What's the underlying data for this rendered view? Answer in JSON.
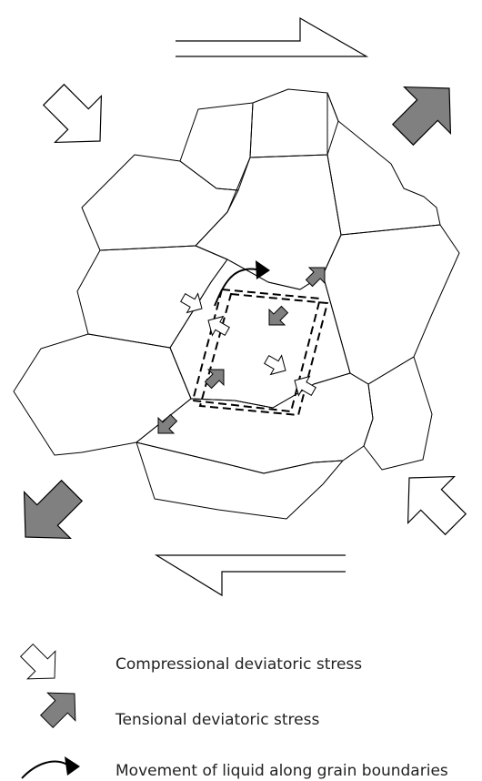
{
  "colors": {
    "stroke": "#000000",
    "tension_fill": "#808080",
    "compression_fill": "#ffffff",
    "background": "#ffffff"
  },
  "legend": {
    "compression_label": "Compressional deviatoric stress",
    "tension_label": "Tensional deviatoric stress",
    "melt_label": "Movement of liquid along grain boundaries"
  },
  "icons": {
    "compression": "hollow-arrow-icon",
    "tension": "gray-arrow-icon",
    "melt": "curved-arrow-icon"
  }
}
